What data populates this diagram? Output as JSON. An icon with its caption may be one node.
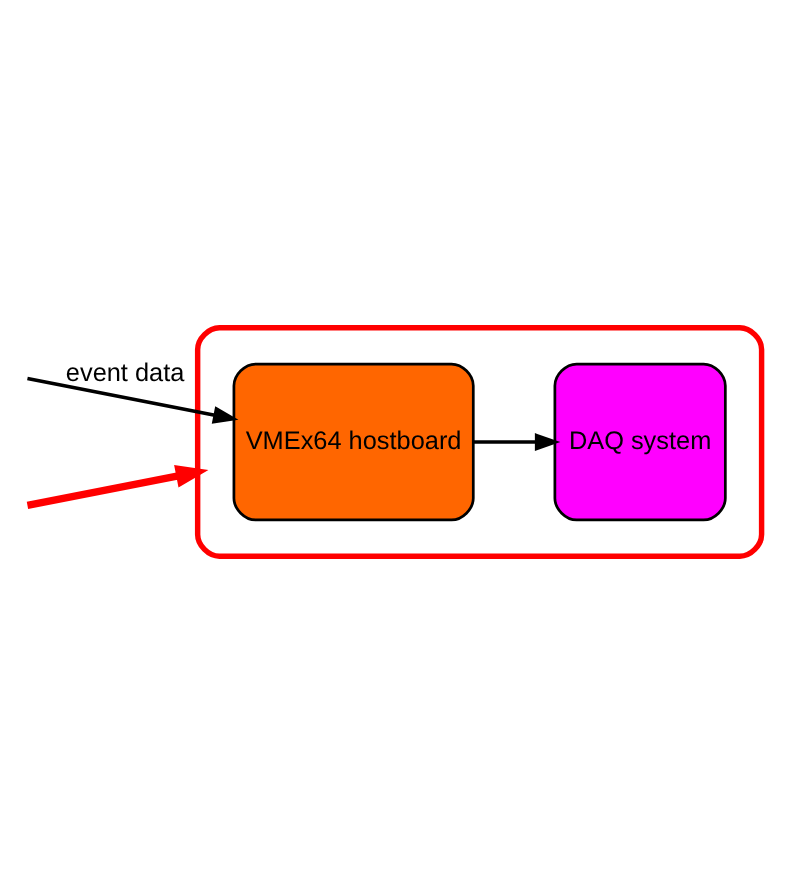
{
  "diagram": {
    "nodes": [
      {
        "text": [],
        "shape": "box"
      },
      {
        "text": [
          "VMEx64 hostboard"
        ],
        "in": 0
      },
      {
        "text": [
          "DAQ system"
        ],
        "in": 0
      }
    ],
    "edges": [
      {
        "from": null,
        "to": 1,
        "arrow": "to",
        "label": "event data"
      },
      {
        "from": 1,
        "to": 2,
        "arrow": "to"
      },
      {
        "from": null,
        "to": 0,
        "arrow": "to",
        "style": "thick",
        "color": "#ff0000"
      }
    ]
  }
}
